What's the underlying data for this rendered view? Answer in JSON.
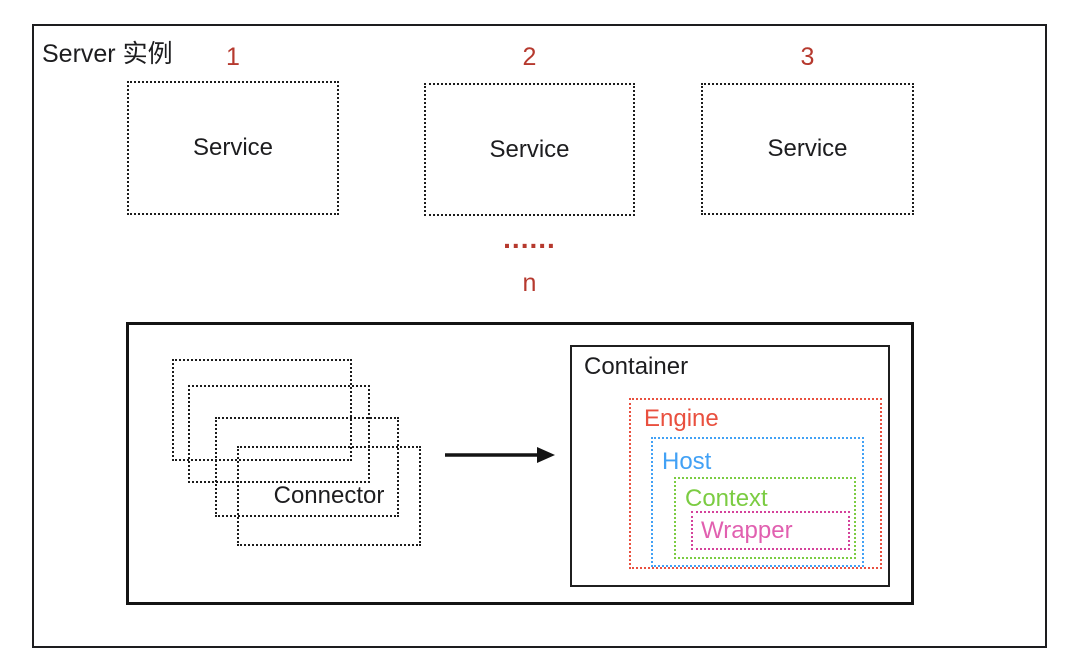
{
  "colors": {
    "line": "#1d1d1f",
    "accent_red": "#b6392e",
    "engine": "#e9503f",
    "host": "#42a1f5",
    "context": "#7bcc42",
    "wrapper_text": "#e160b0",
    "wrapper_border": "#d4439b"
  },
  "server": {
    "title": "Server 实例",
    "services": [
      {
        "index": "1",
        "label": "Service"
      },
      {
        "index": "2",
        "label": "Service"
      },
      {
        "index": "3",
        "label": "Service"
      }
    ],
    "ellipsis": "......",
    "nth": "n"
  },
  "service_detail": {
    "connector_label": "Connector",
    "container": {
      "title": "Container",
      "engine_label": "Engine",
      "host_label": "Host",
      "context_label": "Context",
      "wrapper_label": "Wrapper"
    }
  }
}
